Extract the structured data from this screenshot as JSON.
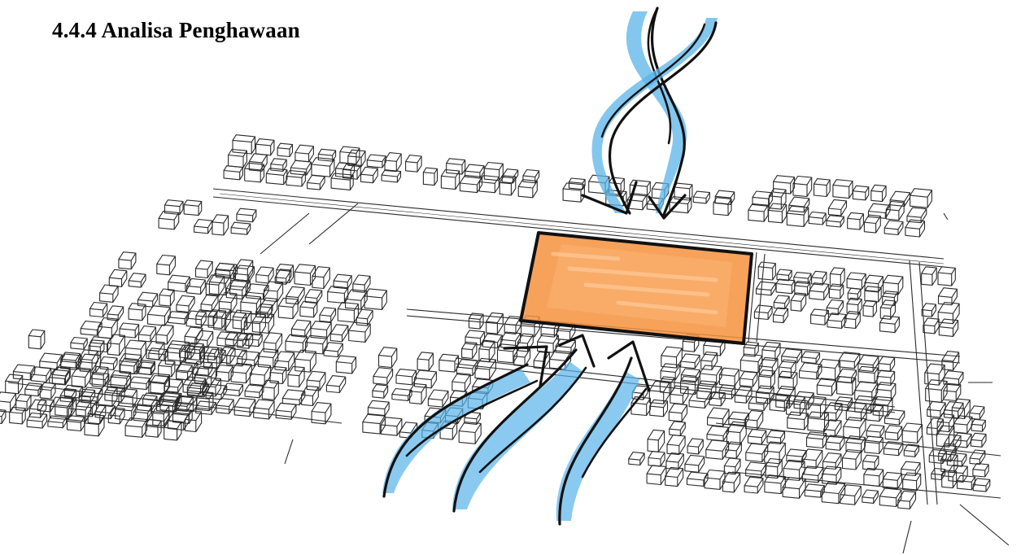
{
  "section": {
    "heading": "4.4.4  Analisa Penghawaan"
  },
  "diagram": {
    "site_color": "#f5923e",
    "site_outline_color": "#111111",
    "wind_color": "#5ab4ea",
    "wind_outline_color": "#111111",
    "buildings_color": "#2a2a2a",
    "wind_from_north_count": 2,
    "wind_from_south_count": 3
  }
}
